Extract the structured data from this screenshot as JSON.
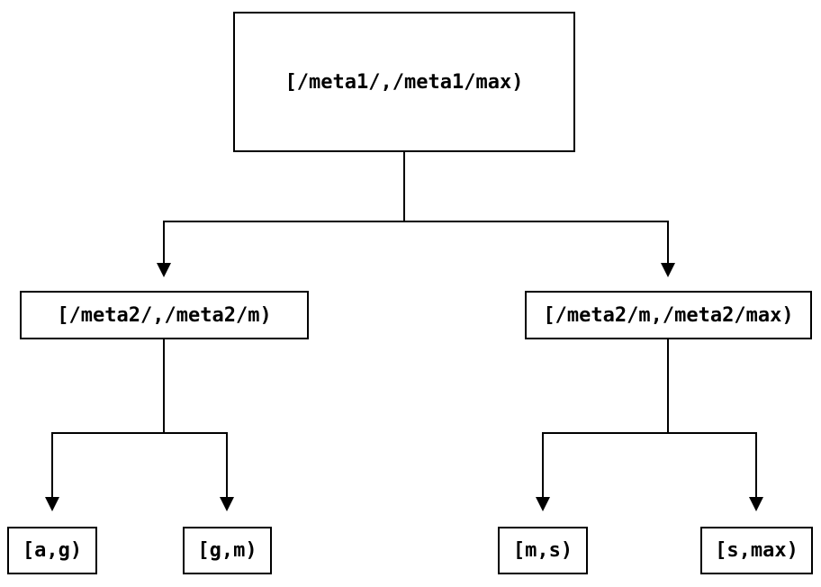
{
  "diagram": {
    "type": "tree",
    "colors": {
      "background": "#ffffff",
      "line": "#000000",
      "text": "#000000",
      "node_fill": "#ffffff"
    },
    "root": {
      "label": "[/meta1/,/meta1/max)",
      "children": [
        {
          "label": "[/meta2/,/meta2/m)",
          "children": [
            {
              "label": "[a,g)"
            },
            {
              "label": "[g,m)"
            }
          ]
        },
        {
          "label": "[/meta2/m,/meta2/max)",
          "children": [
            {
              "label": "[m,s)"
            },
            {
              "label": "[s,max)"
            }
          ]
        }
      ]
    }
  }
}
